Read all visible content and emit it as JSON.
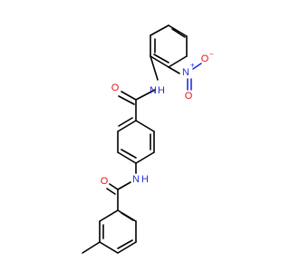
{
  "molecule": {
    "atoms": {
      "amide1_O": {
        "symbol": "O",
        "color": "#e8130e"
      },
      "amide1_N": {
        "symbol": "N",
        "color": "#1f2fe0"
      },
      "amide1_H": {
        "symbol": "H",
        "color": "#1f2fe0"
      },
      "nitro_N": {
        "symbol": "N",
        "color": "#1f2fe0"
      },
      "nitro_N_charge": {
        "symbol": "+",
        "color": "#1f2fe0"
      },
      "nitro_O_top": {
        "symbol": "O",
        "color": "#e8130e"
      },
      "nitro_O_top_charge": {
        "symbol": "−",
        "color": "#e8130e"
      },
      "nitro_O_bottom": {
        "symbol": "O",
        "color": "#e8130e"
      },
      "amide2_N": {
        "symbol": "N",
        "color": "#1f2fe0"
      },
      "amide2_H": {
        "symbol": "H",
        "color": "#1f2fe0"
      },
      "amide2_O": {
        "symbol": "O",
        "color": "#e8130e"
      }
    },
    "bond_color": "#000000"
  }
}
